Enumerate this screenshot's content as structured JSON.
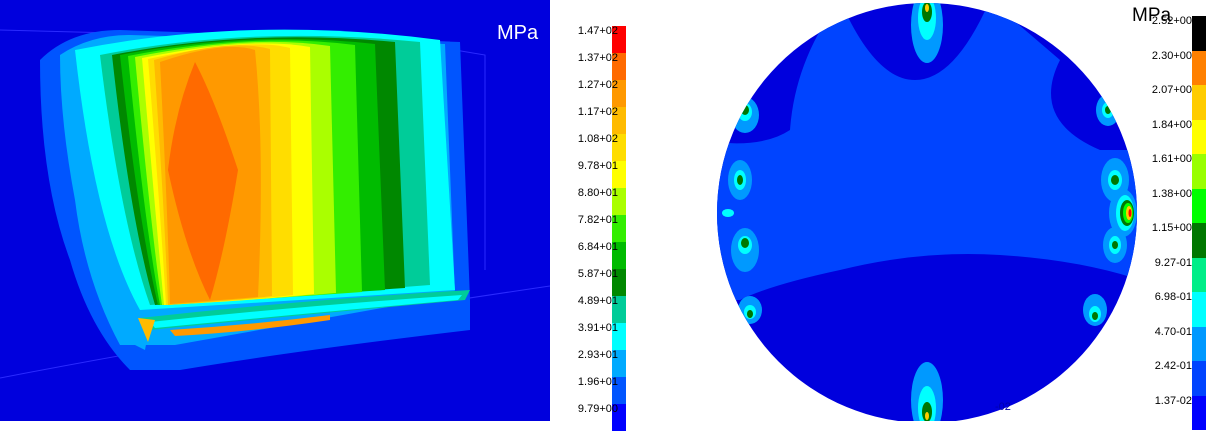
{
  "left_plot": {
    "unit": "MPa",
    "legend_labels": [
      "1.47+02",
      "1.37+02",
      "1.27+02",
      "1.17+02",
      "1.08+02",
      "9.78+01",
      "8.80+01",
      "7.82+01",
      "6.84+01",
      "5.87+01",
      "4.89+01",
      "3.91+01",
      "2.93+01",
      "1.96+01",
      "9.79+00"
    ],
    "legend_colors": [
      "#ff0000",
      "#ff6a00",
      "#ff9900",
      "#ffbb00",
      "#ffdd00",
      "#ffff00",
      "#aaff00",
      "#33ee00",
      "#00bb00",
      "#008800",
      "#00cc99",
      "#00ffff",
      "#00aaff",
      "#0055ff",
      "#0000ff"
    ],
    "background_color": "#0000dd"
  },
  "right_plot": {
    "unit": "MPa",
    "legend_labels": [
      "2.52+00",
      "2.30+00",
      "2.07+00",
      "1.84+00",
      "1.61+00",
      "1.38+00",
      "1.15+00",
      "9.27-01",
      "6.98-01",
      "4.70-01",
      "2.42-01",
      "1.37-02"
    ],
    "legend_colors": [
      "#000000",
      "#ff8000",
      "#ffcc00",
      "#ffff00",
      "#99ff00",
      "#00ff00",
      "#007700",
      "#00ee88",
      "#00ffff",
      "#0099ff",
      "#0044ff",
      "#0000ff"
    ],
    "partial_label": "-02"
  }
}
